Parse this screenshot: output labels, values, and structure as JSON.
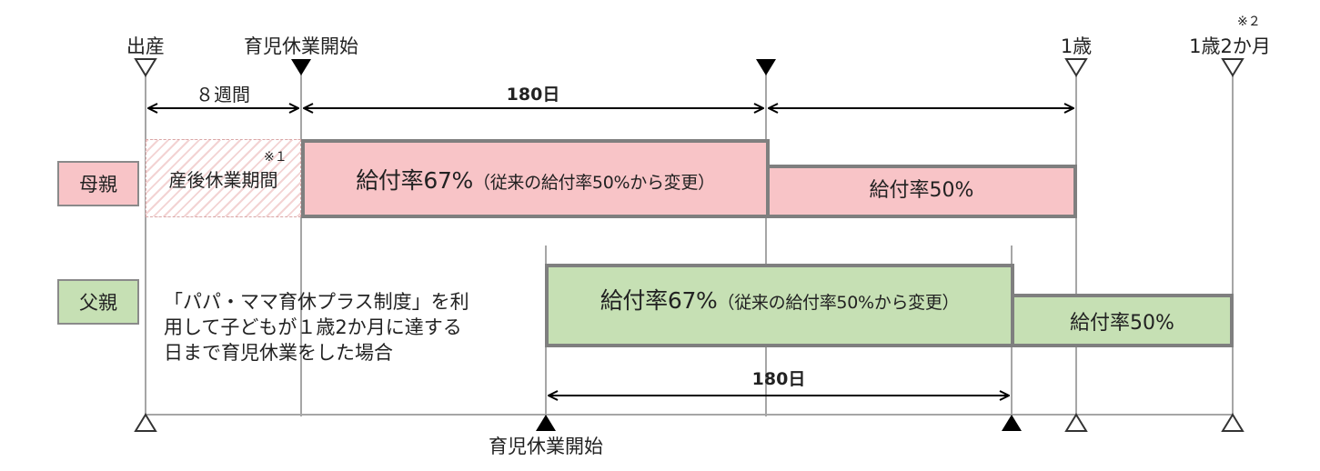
{
  "colors": {
    "mother_fill": "#f8c4c7",
    "father_fill": "#c6e0b4",
    "bar_border": "#7f7f7f",
    "guide_line": "#a6a6a6",
    "marker_outline": "#333333",
    "marker_solid": "#000000",
    "hatch_stripe": "#f3d3d3"
  },
  "top_markers": {
    "birth": "出産",
    "leave_start": "育児休業開始",
    "one_year": "1歳",
    "one_year_two_months": "1歳2か月",
    "one_year_two_months_note": "※２"
  },
  "spans": {
    "eight_weeks": "８週間",
    "days_180_mother": "180日",
    "days_180_father": "180日"
  },
  "rows": {
    "mother": {
      "label": "母親",
      "postpartum": {
        "note": "※１",
        "label": "産後休業期間"
      },
      "bar_67": {
        "main": "給付率67%",
        "sub": "（従来の給付率50%から変更）"
      },
      "bar_50": "給付率50%"
    },
    "father": {
      "label": "父親",
      "bar_67": {
        "main": "給付率67%",
        "sub": "（従来の給付率50%から変更）"
      },
      "bar_50": "給付率50%"
    }
  },
  "note": {
    "line1": "「パパ・ママ育休プラス制度」を利",
    "line2": "用して子どもが１歳2か月に達する",
    "line3": "日まで育児休業をした場合"
  },
  "bottom_markers": {
    "leave_start": "育児休業開始"
  }
}
